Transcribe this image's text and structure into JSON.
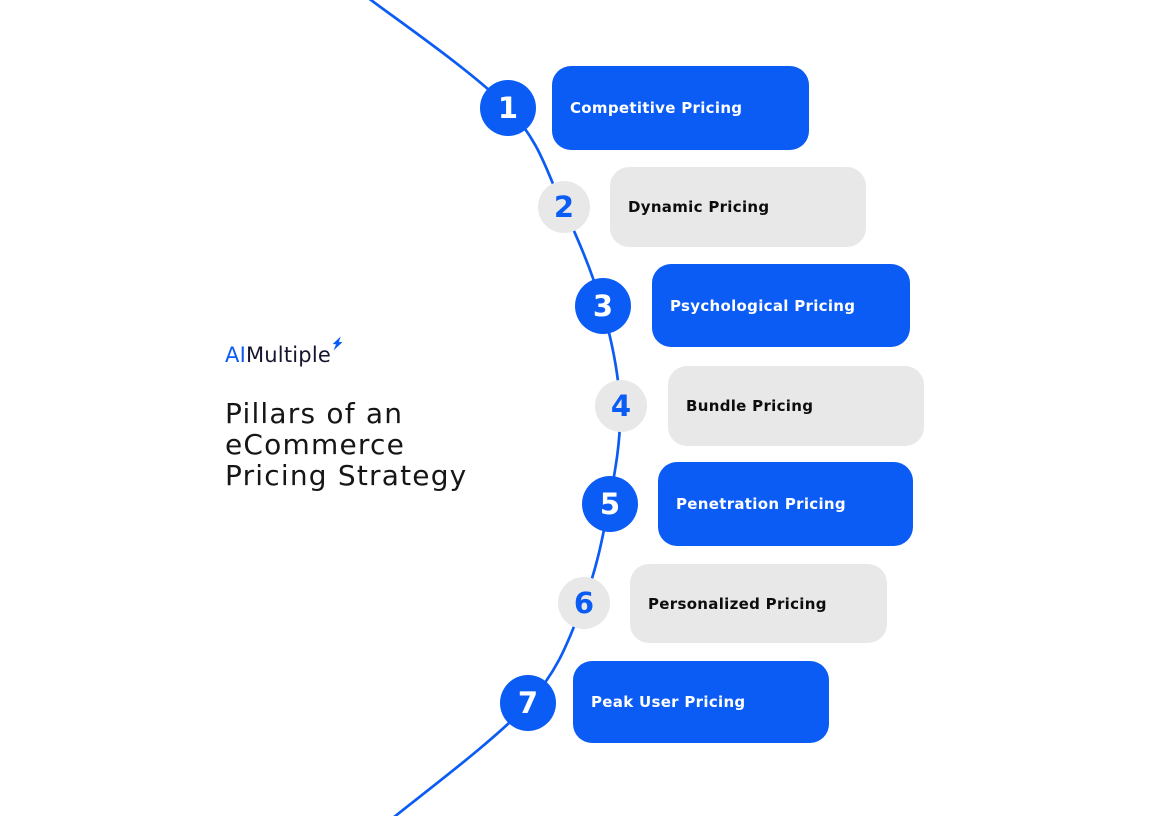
{
  "logo": {
    "text_primary": "AI",
    "text_secondary": "Multiple",
    "mark": "lightning-flash-icon"
  },
  "title": {
    "line1": "Pillars of an",
    "line2": "eCommerce",
    "line3": "Pricing Strategy"
  },
  "colors": {
    "accent_blue": "#0B5CF5",
    "light_gray": "#E8E8E8",
    "dark_text": "#161616",
    "logo_dark": "#15152E",
    "white": "#FFFFFF"
  },
  "items": [
    {
      "number": "1",
      "label": "Competitive Pricing",
      "style": "blue"
    },
    {
      "number": "2",
      "label": "Dynamic Pricing",
      "style": "gray"
    },
    {
      "number": "3",
      "label": "Psychological Pricing",
      "style": "blue"
    },
    {
      "number": "4",
      "label": "Bundle Pricing",
      "style": "gray"
    },
    {
      "number": "5",
      "label": "Penetration Pricing",
      "style": "blue"
    },
    {
      "number": "6",
      "label": "Personalized Pricing",
      "style": "gray"
    },
    {
      "number": "7",
      "label": "Peak User Pricing",
      "style": "blue"
    }
  ]
}
